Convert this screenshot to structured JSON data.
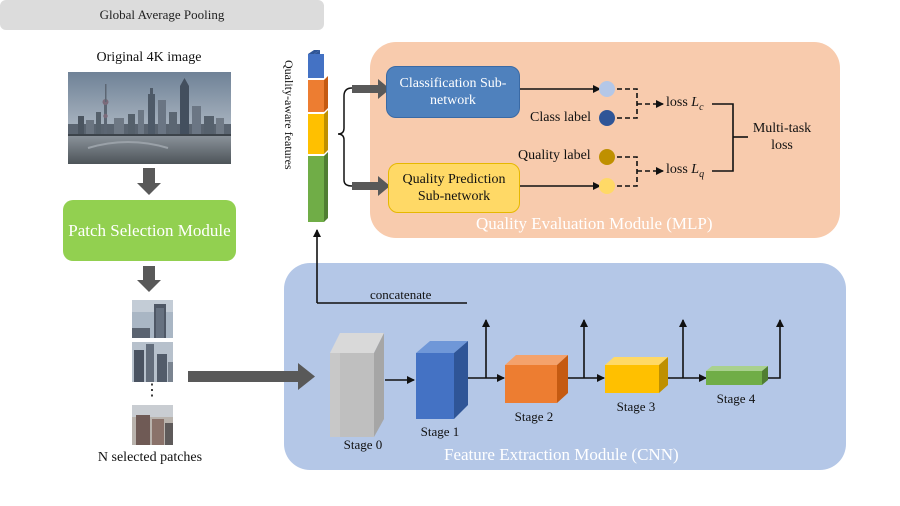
{
  "left": {
    "original_label": "Original 4K image",
    "patch_module_label": "Patch Selection Module",
    "ellipsis": "⋮",
    "selected_label": "N selected patches"
  },
  "features_label": "Quality-aware features",
  "mlp": {
    "title": "Quality Evaluation Module (MLP)",
    "classification_label": "Classification Sub-network",
    "quality_prediction_label": "Quality Prediction Sub-network",
    "class_label": "Class label",
    "quality_label": "Quality label",
    "loss_c_prefix": "loss ",
    "loss_c_var": "L",
    "loss_c_sub": "c",
    "loss_q_prefix": "loss ",
    "loss_q_var": "L",
    "loss_q_sub": "q",
    "multitask_label": "Multi-task loss"
  },
  "cnn": {
    "title": "Feature Extraction Module (CNN)",
    "concatenate_label": "concatenate",
    "gap_label": "Global Average Pooling",
    "stages": [
      "Stage 0",
      "Stage 1",
      "Stage 2",
      "Stage 3",
      "Stage 4"
    ]
  },
  "colors": {
    "blue": "#4472c4",
    "orange": "#ed7d31",
    "yellow": "#ffc000",
    "green": "#70ad47",
    "gray": "#bfbfbf",
    "light_blue_dot": "#b4c7e7",
    "dark_blue_dot": "#2f5597",
    "olive_dot": "#bf9000",
    "yellow_dot": "#ffd966"
  }
}
